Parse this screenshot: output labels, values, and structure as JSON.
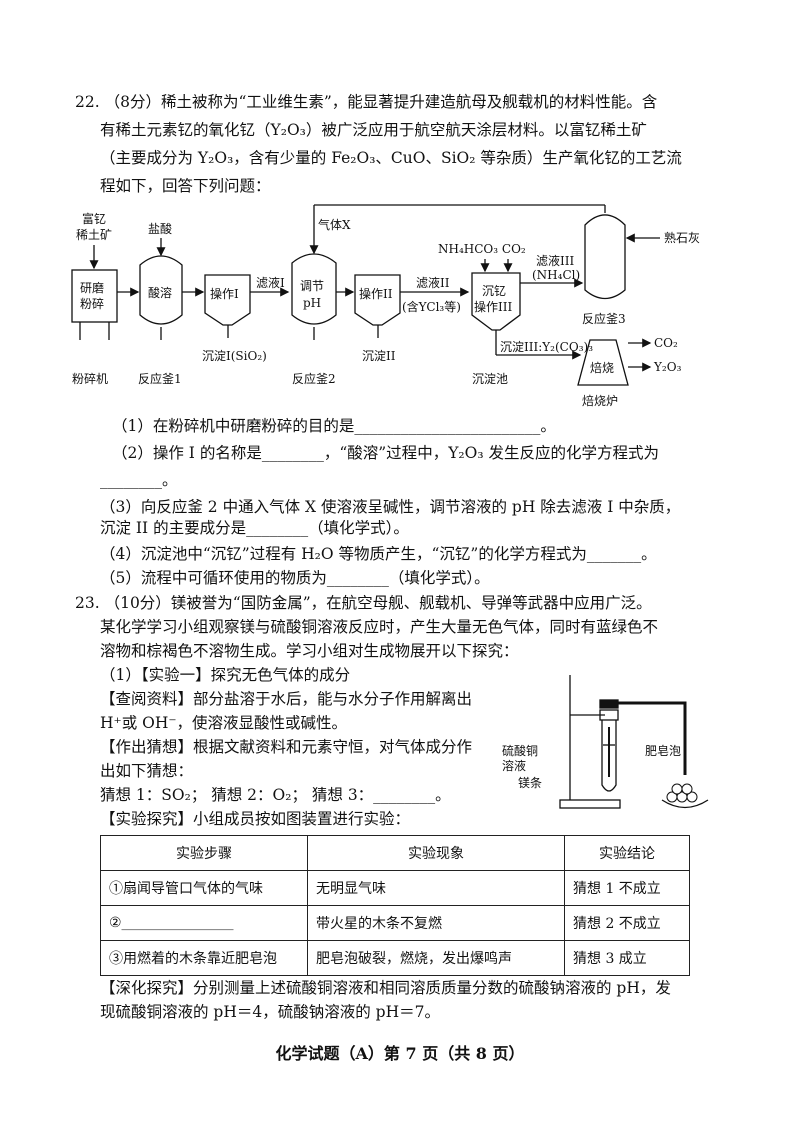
{
  "q22": {
    "lines": [
      "22. （8分）稀土被称为“工业维生素”，能显著提升建造航母及舰载机的材料性能。含",
      "有稀土元素钇的氧化钇（Y₂O₃）被广泛应用于航空航天涂层材料。以富钇稀土矿",
      "（主要成分为 Y₂O₃，含有少量的 Fe₂O₃、CuO、SiO₂ 等杂质）生产氧化钇的工艺流",
      "程如下，回答下列问题："
    ],
    "diagram": {
      "ore": [
        "富钇",
        "稀土矿"
      ],
      "mill": [
        "研磨",
        "粉碎"
      ],
      "acid": "盐酸",
      "acid_tank": "酸溶",
      "op1": "操作I",
      "filtrate1": "滤液I",
      "gas_x": "气体X",
      "adjust": [
        "调节",
        "pH"
      ],
      "op2": "操作II",
      "filtrate2": "滤液II",
      "filtrate2_note": "(含YCl₃等)",
      "reagents": "NH₄HCO₃  CO₂",
      "precip_op": [
        "沉钇",
        "操作III"
      ],
      "filtrate3": "滤液III",
      "filtrate3_note": "(NH₄Cl)",
      "lime": "熟石灰",
      "reactor3": "反应釜3",
      "precip1": "沉淀I(SiO₂)",
      "precip2": "沉淀II",
      "precip3": "沉淀III:Y₂(CO₃)₃",
      "furnace": "焙烧",
      "co2": "CO₂",
      "y2o3": "Y₂O₃",
      "label_mill": "粉碎机",
      "label_reactor1": "反应釜1",
      "label_reactor2": "反应釜2",
      "label_pool": "沉淀池",
      "label_furnace": "焙烧炉"
    },
    "questions": [
      "（1）在粉碎机中研磨粉碎的目的是________________________。",
      "（2）操作 I 的名称是________，“酸溶”过程中，Y₂O₃ 发生反应的化学方程式为",
      "________。",
      "（3）向反应釜 2 中通入气体 X 使溶液呈碱性，调节溶液的 pH 除去滤液 I 中杂质，",
      "沉淀 II 的主要成分是________（填化学式）。",
      "（4）沉淀池中“沉钇”过程有 H₂O 等物质产生，“沉钇”的化学方程式为_______。",
      "（5）流程中可循环使用的物质为________（填化学式）。"
    ]
  },
  "q23": {
    "lines": [
      "23. （10分）镁被誉为“国防金属”，在航空母舰、舰载机、导弹等武器中应用广泛。",
      "某化学学习小组观察镁与硫酸铜溶液反应时，产生大量无色气体，同时有蓝绿色不",
      "溶物和棕褐色不溶物生成。学习小组对生成物展开以下探究：",
      "（1）【实验一】探究无色气体的成分",
      "【查阅资料】部分盐溶于水后，能与水分子作用解离出",
      "H⁺或 OH⁻，使溶液显酸性或碱性。",
      "【作出猜想】根据文献资料和元素守恒，对气体成分作",
      "出如下猜想：",
      "猜想 1：SO₂；       猜想 2：O₂；       猜想 3：________。",
      "【实验探究】小组成员按如图装置进行实验："
    ],
    "apparatus": {
      "solution": [
        "硫酸铜",
        "溶液"
      ],
      "mg": "镁条",
      "bubbles": "肥皂泡"
    },
    "table": {
      "headers": [
        "实验步骤",
        "实验现象",
        "实验结论"
      ],
      "rows": [
        [
          "①扇闻导管口气体的气味",
          "无明显气味",
          "猜想 1 不成立"
        ],
        [
          "②________________",
          "带火星的木条不复燃",
          "猜想 2 不成立"
        ],
        [
          "③用燃着的木条靠近肥皂泡",
          "肥皂泡破裂，燃烧，发出爆鸣声",
          "猜想 3 成立"
        ]
      ]
    },
    "deep": [
      "【深化探究】分别测量上述硫酸铜溶液和相同溶质质量分数的硫酸钠溶液的 pH，发",
      "现硫酸铜溶液的 pH＝4，硫酸钠溶液的 pH＝7。"
    ]
  },
  "footer": "化学试题（A）第 7 页（共 8 页）"
}
